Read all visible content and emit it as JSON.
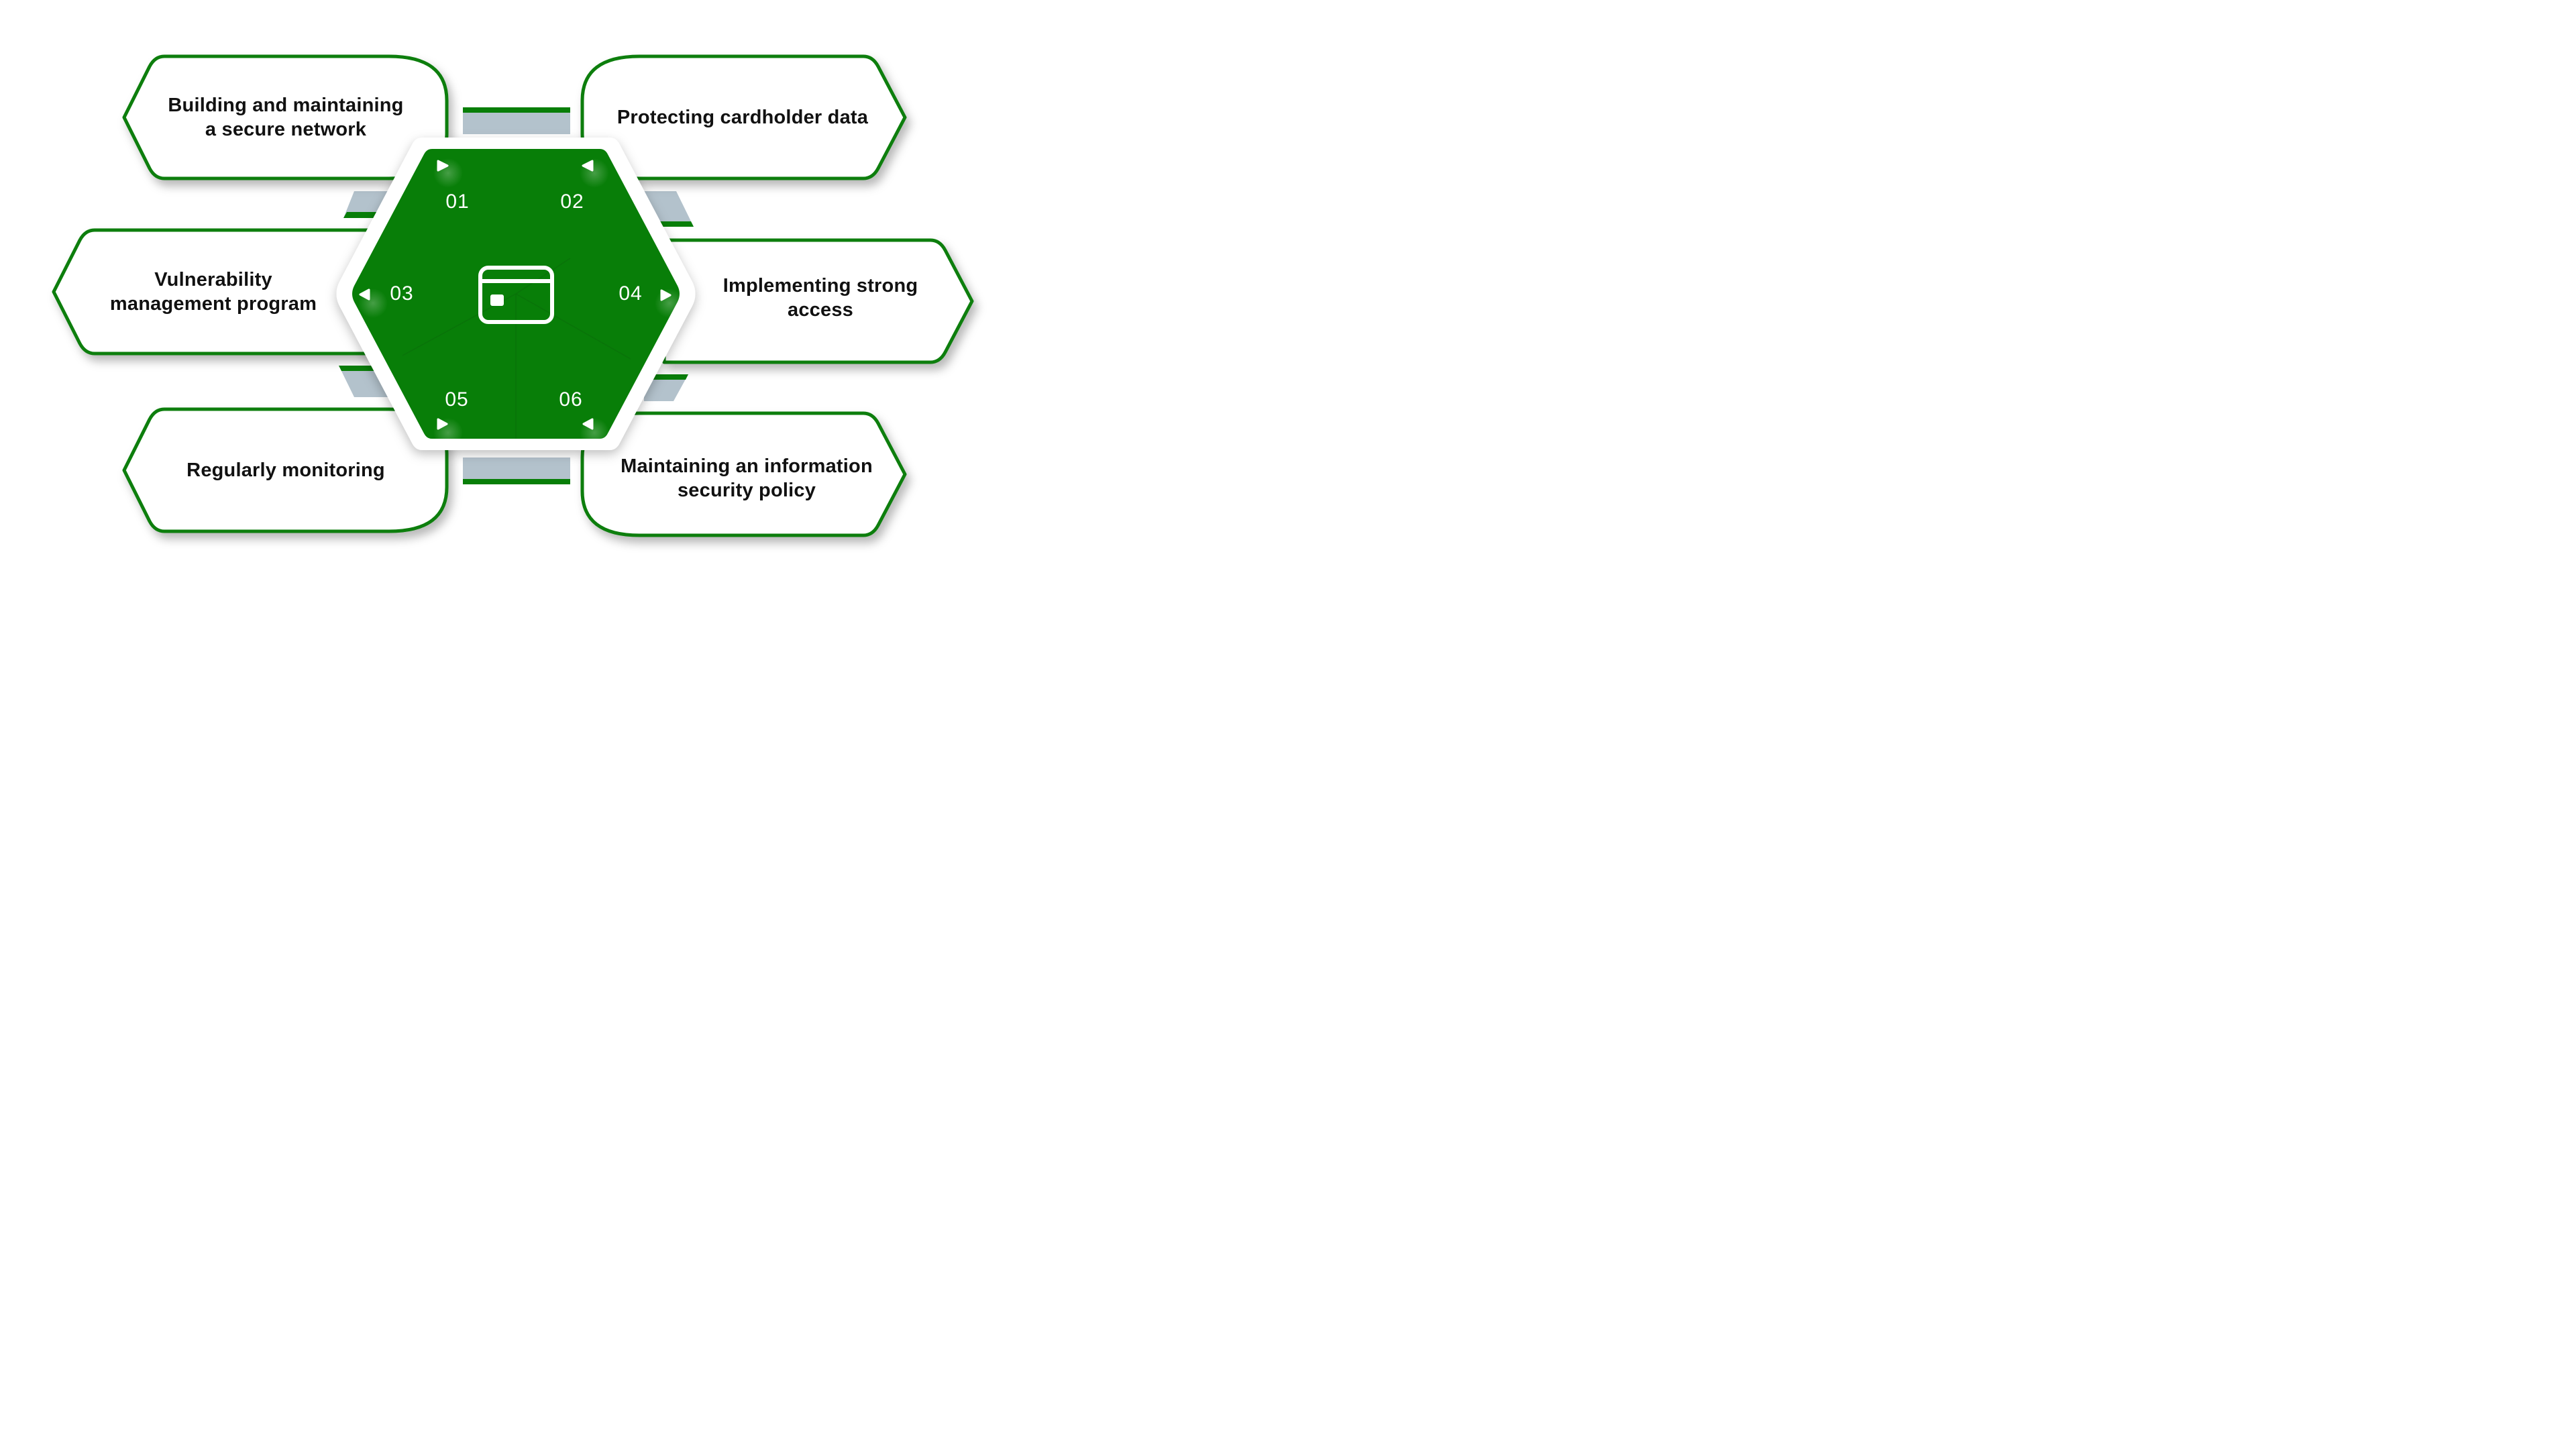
{
  "colors": {
    "green": "#087e08",
    "card_fill": "#ffffff",
    "connector_fill": "#b3c2cc",
    "text": "#111111",
    "number_text": "#ffffff"
  },
  "center": {
    "icon": "credit-card-icon"
  },
  "steps": [
    {
      "number": "01",
      "lines": [
        "Building and maintaining",
        "a secure network"
      ]
    },
    {
      "number": "02",
      "lines": [
        "Protecting cardholder data"
      ]
    },
    {
      "number": "03",
      "lines": [
        "Vulnerability",
        "management program"
      ]
    },
    {
      "number": "04",
      "lines": [
        "Implementing strong",
        "access"
      ]
    },
    {
      "number": "05",
      "lines": [
        "Regularly monitoring"
      ]
    },
    {
      "number": "06",
      "lines": [
        "Maintaining an information",
        "security policy"
      ]
    }
  ]
}
